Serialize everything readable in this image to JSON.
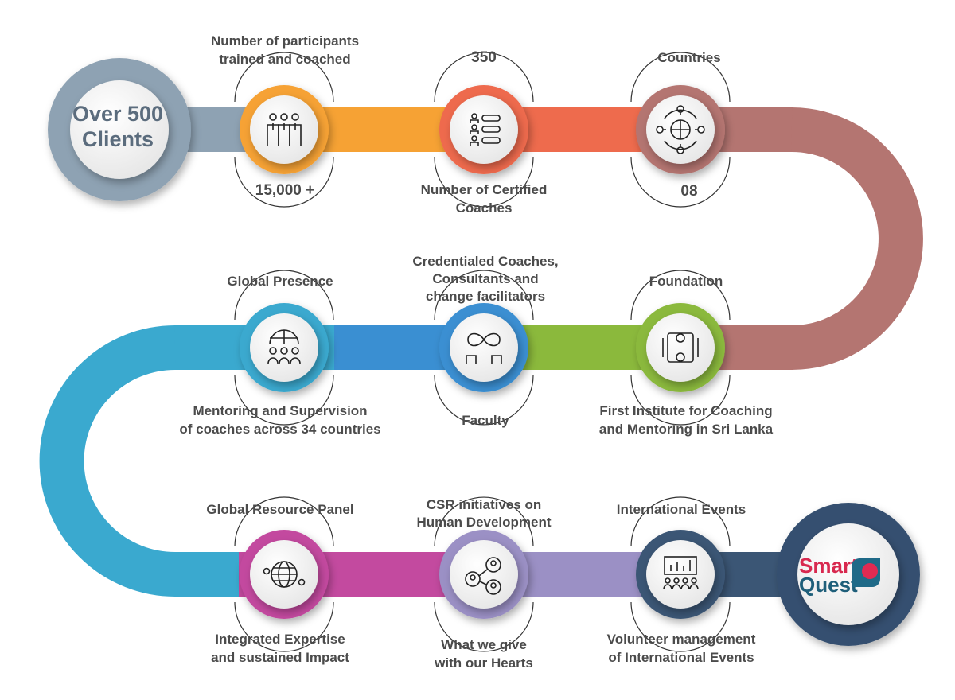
{
  "colors": {
    "grey": "#8ea2b3",
    "orange": "#f6a234",
    "red": "#ee6b4d",
    "brown": "#b47571",
    "green": "#8bb93c",
    "blue": "#3a8fd2",
    "teal": "#3aa9cf",
    "magenta": "#c34a9f",
    "lavender": "#9b90c5",
    "navy": "#3b5675",
    "heading": "#4b4b4b"
  },
  "start": {
    "line1": "Over 500",
    "line2": "Clients"
  },
  "logo": {
    "word1": "Smart",
    "word2": "Quest"
  },
  "milestones": [
    {
      "id": "participants",
      "icon": "team-icon",
      "top": [
        "Number of participants",
        "trained and coached"
      ],
      "bottom": [
        "15,000 +"
      ]
    },
    {
      "id": "certified",
      "icon": "certified-list-icon",
      "top": [
        "350"
      ],
      "bottom": [
        "Number of Certified",
        "Coaches"
      ]
    },
    {
      "id": "countries",
      "icon": "globe-network-icon",
      "top": [
        "Countries"
      ],
      "bottom": [
        "08"
      ]
    },
    {
      "id": "foundation",
      "icon": "meeting-table-icon",
      "top": [
        "Foundation"
      ],
      "bottom": [
        "First Institute for Coaching",
        "and Mentoring in Sri Lanka"
      ]
    },
    {
      "id": "faculty",
      "icon": "infinity-people-icon",
      "top": [
        "Credentialed Coaches,",
        "Consultants and",
        "change facilitators"
      ],
      "bottom": [
        "Faculty"
      ]
    },
    {
      "id": "global-presence",
      "icon": "globe-group-icon",
      "top": [
        "Global Presence"
      ],
      "bottom": [
        "Mentoring and Supervision",
        "of coaches across 34 countries"
      ]
    },
    {
      "id": "resource-panel",
      "icon": "globe-people-icon",
      "top": [
        "Global Resource Panel"
      ],
      "bottom": [
        "Integrated Expertise",
        "and sustained Impact"
      ]
    },
    {
      "id": "csr",
      "icon": "connected-people-icon",
      "top": [
        "CSR initiatives on",
        "Human Development"
      ],
      "bottom": [
        "What we give",
        "with our Hearts"
      ]
    },
    {
      "id": "events",
      "icon": "presentation-audience-icon",
      "top": [
        "International Events"
      ],
      "bottom": [
        "Volunteer management",
        "of International Events"
      ]
    }
  ]
}
